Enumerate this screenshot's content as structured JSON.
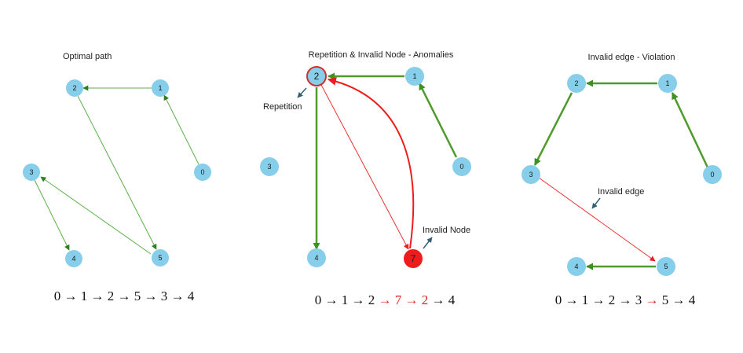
{
  "colors": {
    "node": "#87CEEB",
    "edge": "#4E9A2A",
    "edge_head": "#2E7D1E",
    "anomaly": "#EE1C1C",
    "pointer": "#2F5F75"
  },
  "panels": [
    {
      "title": "Optimal path",
      "nodes": [
        {
          "label": "2"
        },
        {
          "label": "1"
        },
        {
          "label": "3"
        },
        {
          "label": "0"
        },
        {
          "label": "4"
        },
        {
          "label": "5"
        }
      ],
      "sequence": [
        {
          "text": "0 → 1 → 2 → 5 → 3 → 4",
          "highlight": false
        }
      ]
    },
    {
      "title": "Repetition & Invalid Node - Anomalies",
      "nodes": [
        {
          "label": "2"
        },
        {
          "label": "1"
        },
        {
          "label": "3"
        },
        {
          "label": "0"
        },
        {
          "label": "4"
        },
        {
          "label": "7"
        }
      ],
      "annotations": [
        "Repetition",
        "Invalid Node"
      ],
      "sequence": [
        {
          "text": "0 → 1 → 2 ",
          "highlight": false
        },
        {
          "text": "→ 7 → 2",
          "highlight": true
        },
        {
          "text": " → 4",
          "highlight": false
        }
      ]
    },
    {
      "title": "Invalid edge - Violation",
      "nodes": [
        {
          "label": "2"
        },
        {
          "label": "1"
        },
        {
          "label": "3"
        },
        {
          "label": "0"
        },
        {
          "label": "4"
        },
        {
          "label": "5"
        }
      ],
      "annotations": [
        "Invalid edge"
      ],
      "sequence": [
        {
          "text": "0 → 1 → 2 → 3 ",
          "highlight": false
        },
        {
          "text": "→",
          "highlight": true
        },
        {
          "text": " 5 → 4",
          "highlight": false
        }
      ]
    }
  ]
}
